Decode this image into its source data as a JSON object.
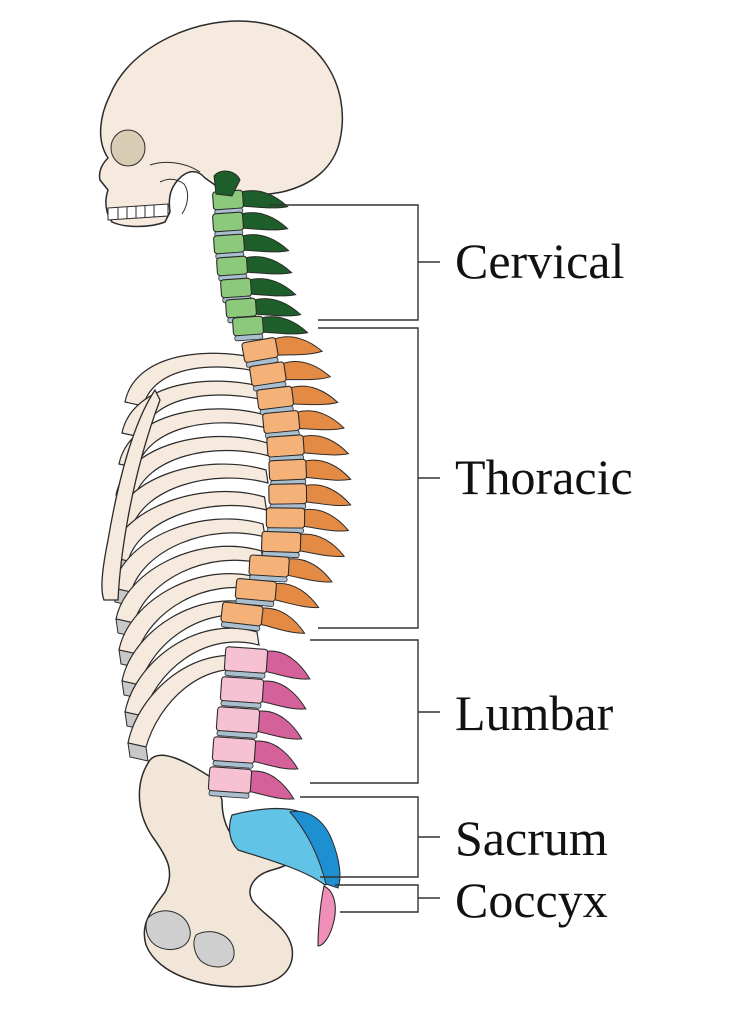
{
  "regions": [
    {
      "id": "cervical",
      "label": "Cervical",
      "color": "#8cc97a",
      "process_color": "#1e5e2a"
    },
    {
      "id": "thoracic",
      "label": "Thoracic",
      "color": "#f5b278",
      "process_color": "#e38a45"
    },
    {
      "id": "lumbar",
      "label": "Lumbar",
      "color": "#f6c1d3",
      "process_color": "#d4619a"
    },
    {
      "id": "sacrum",
      "label": "Sacrum",
      "color": "#61c3e6",
      "process_color": "#1e8fd0"
    },
    {
      "id": "coccyx",
      "label": "Coccyx",
      "color": "#f08fb8",
      "process_color": "#d43a83"
    }
  ],
  "colors": {
    "bone": "#f6e9dd",
    "pelvis": "#f2e6d8",
    "disc": "#a9bfd0",
    "rib_cartilage": "#c8c8c8",
    "outline": "#2b2b2b"
  }
}
